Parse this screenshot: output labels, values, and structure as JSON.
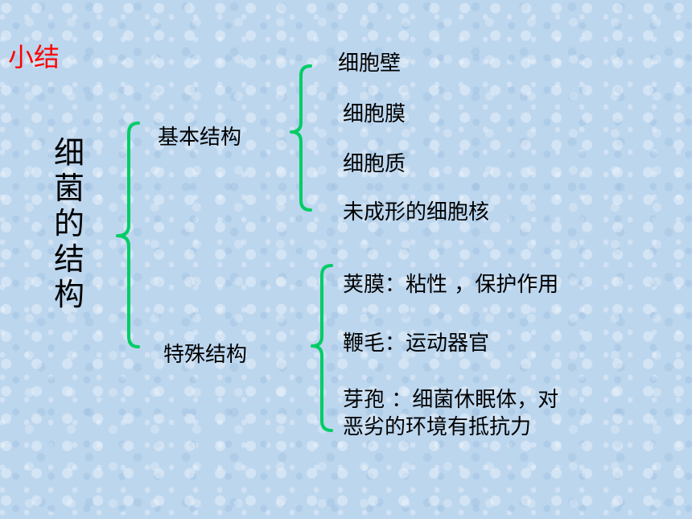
{
  "title": "小结",
  "root": "细菌的结构",
  "branches": [
    {
      "label": "基本结构",
      "children": [
        "细胞壁",
        "细胞膜",
        "细胞质",
        "未成形的细胞核"
      ]
    },
    {
      "label": "特殊结构",
      "children": [
        "荚膜：粘性 ，保护作用",
        "鞭毛：运动器官",
        "芽孢 ：细菌休眠体，对",
        "恶劣的环境有抵抗力"
      ]
    }
  ],
  "colors": {
    "title": "#ff0000",
    "bracket": "#00cc66",
    "background": "#bcd6ee"
  }
}
